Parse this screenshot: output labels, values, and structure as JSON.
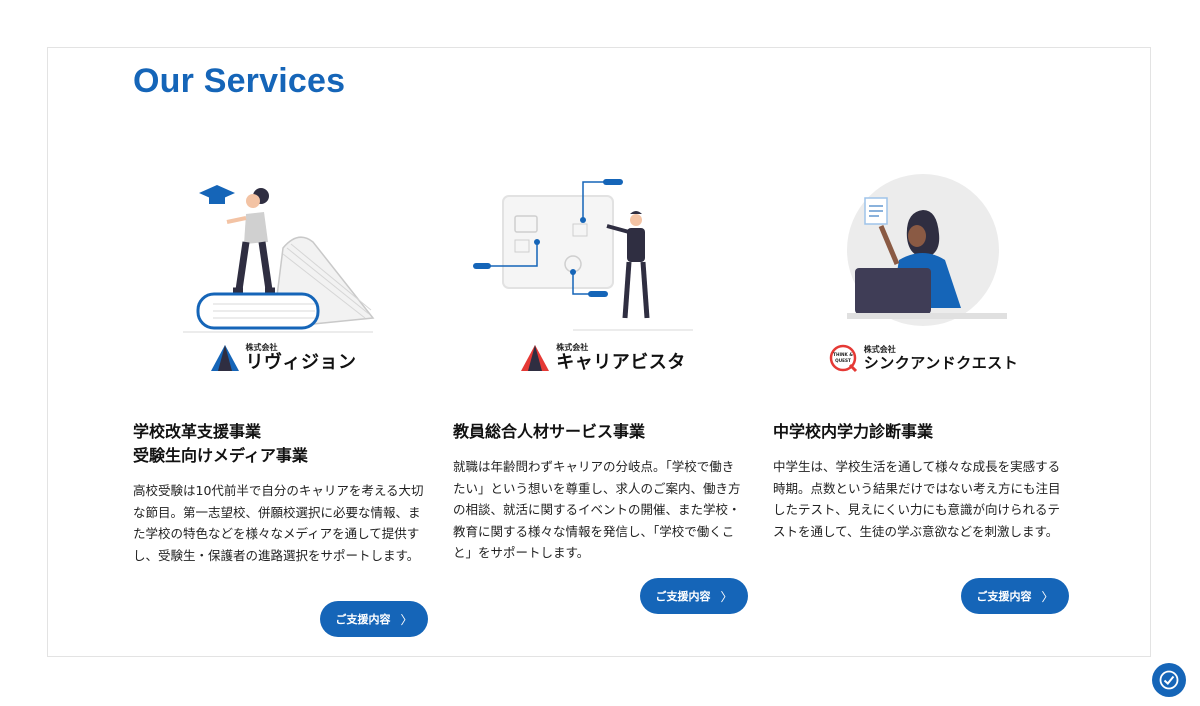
{
  "section": {
    "title": "Our Services"
  },
  "colors": {
    "accent": "#1565b8",
    "text": "#222222",
    "border": "#e3e3e3"
  },
  "cards": [
    {
      "illustration": "woman-with-graduation-cap-on-books-illustration",
      "logo": {
        "icon": "ridivision-triangle-logo-icon",
        "small": "株式会社",
        "name": "リヴィジョン"
      },
      "heading": [
        "学校改革支援事業",
        "受験生向けメディア事業"
      ],
      "description": "高校受験は10代前半で自分のキャリアを考える大切な節目。第一志望校、併願校選択に必要な情報、また学校の特色などを様々なメディアを通して提供すし、受験生・保護者の進路選択をサポートします。",
      "button": {
        "label": "ご支援内容",
        "arrow": "〉"
      }
    },
    {
      "illustration": "man-presenting-diagram-illustration",
      "logo": {
        "icon": "careervista-triangle-logo-icon",
        "small": "株式会社",
        "name": "キャリアビスタ"
      },
      "heading": [
        "教員総合人材サービス事業"
      ],
      "description": "就職は年齢問わずキャリアの分岐点。「学校で働きたい」という想いを尊重し、求人のご案内、働き方の相談、就活に関するイベントの開催、また学校・教育に関する様々な情報を発信し、「学校で働くこと」をサポートします。",
      "button": {
        "label": "ご支援内容",
        "arrow": "〉"
      }
    },
    {
      "illustration": "woman-with-laptop-reading-document-illustration",
      "logo": {
        "icon": "think-and-quest-logo-icon",
        "mark_text": "THINK & QUEST",
        "small": "株式会社",
        "name": "シンクアンドクエスト"
      },
      "heading": [
        "中学校内学力診断事業"
      ],
      "description": "中学生は、学校生活を通して様々な成長を実感する時期。点数という結果だけではない考え方にも注目したテスト、見えにくい力にも意識が向けられるテストを通して、生徒の学ぶ意欲などを刺激します。",
      "button": {
        "label": "ご支援内容",
        "arrow": "〉"
      }
    }
  ],
  "floating_button": {
    "icon": "accessibility-check-icon"
  }
}
